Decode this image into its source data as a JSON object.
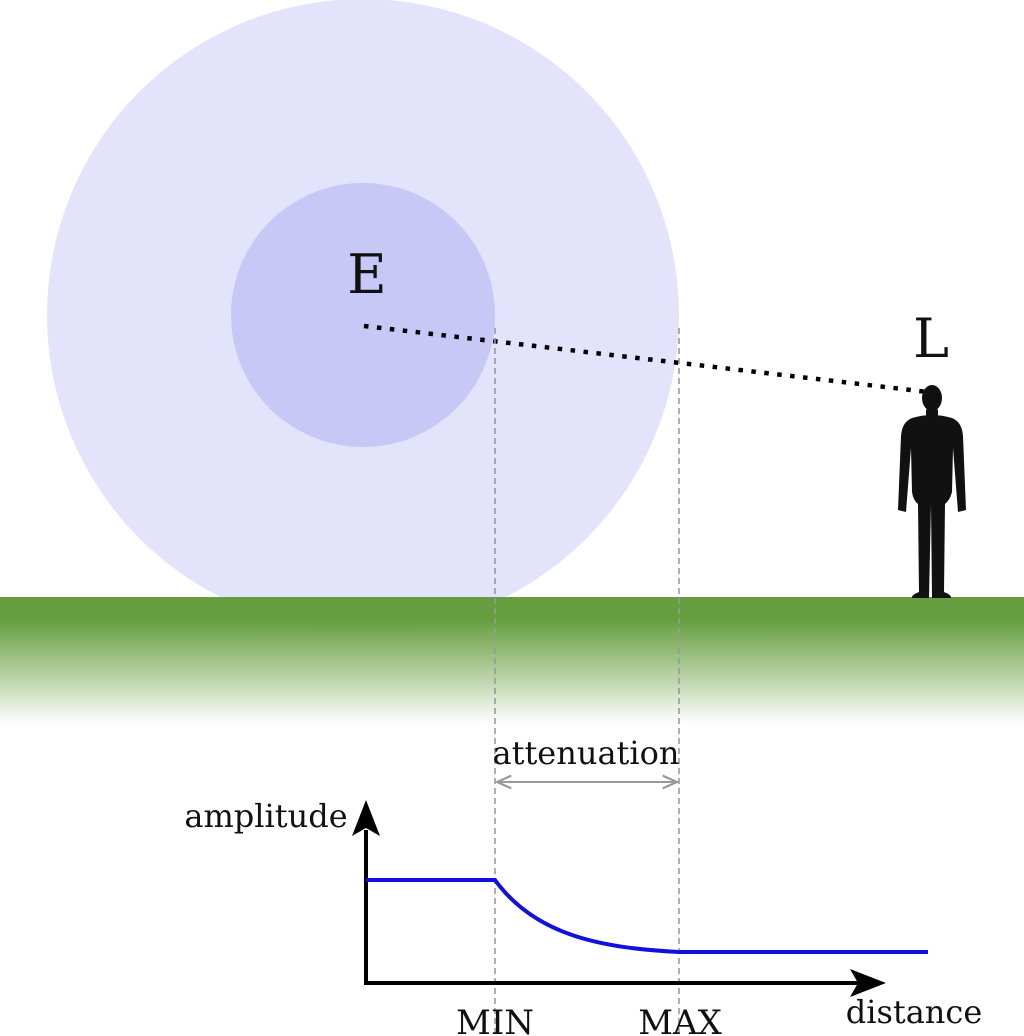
{
  "labels": {
    "emitter": "E",
    "listener": "L",
    "attenuation": "attenuation",
    "y_axis": "amplitude",
    "x_axis": "distance",
    "min": "MIN",
    "max": "MAX"
  },
  "colors": {
    "outer_circle": "#e3e3fb",
    "inner_circle": "#c8c8f6",
    "ground": "#669e3f",
    "curve": "#1111dd",
    "guide_lines": "#999999",
    "axes": "#000000",
    "figure": "#111111"
  },
  "icons": {
    "listener": "person-silhouette-icon"
  }
}
